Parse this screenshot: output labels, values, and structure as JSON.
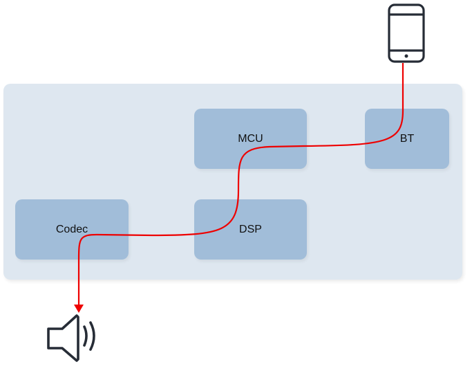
{
  "diagram": {
    "container_label": "",
    "blocks": {
      "mcu": "MCU",
      "bt": "BT",
      "codec": "Codec",
      "dsp": "DSP"
    },
    "signal_path": [
      "Phone",
      "BT",
      "MCU",
      "DSP",
      "Codec",
      "Speaker"
    ],
    "colors": {
      "container": "#dee7f0",
      "block": "#a1bdd9",
      "signal": "#ee0000",
      "icon": "#262c36"
    },
    "icons": {
      "source": "smartphone-icon",
      "sink": "speaker-icon"
    }
  }
}
